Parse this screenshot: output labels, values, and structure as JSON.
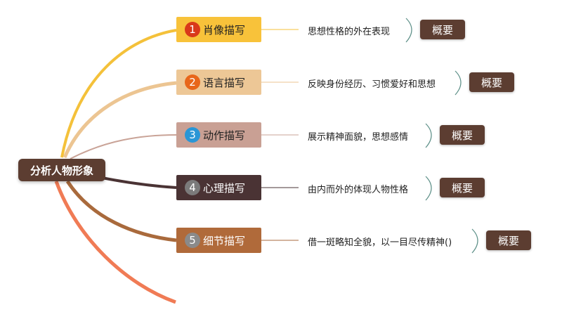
{
  "root": {
    "label": "分析人物形象",
    "color": "#5c3d31"
  },
  "branches": [
    {
      "num": "1",
      "label": "肖像描写",
      "desc": "思想性格的外在表现",
      "btn": "概要",
      "bg": "#f8c23a",
      "circle": "#d9391a",
      "text": "#222222",
      "line": "#f4c13a"
    },
    {
      "num": "2",
      "label": "语言描写",
      "desc": "反映身份经历、习惯爱好和思想",
      "btn": "概要",
      "bg": "#edc796",
      "circle": "#e8661a",
      "text": "#222222",
      "line": "#ecc592"
    },
    {
      "num": "3",
      "label": "动作描写",
      "desc": "展示精神面貌，思想感情",
      "btn": "概要",
      "bg": "#c9a094",
      "circle": "#2a96d6",
      "text": "#222222",
      "line": "#c9a397"
    },
    {
      "num": "4",
      "label": "心理描写",
      "desc": "由内而外的体现人物性格",
      "btn": "概要",
      "bg": "#4a3334",
      "circle": "#7b7b7b",
      "text": "#ffffff",
      "line": "#4a3334"
    },
    {
      "num": "5",
      "label": "细节描写",
      "desc": "借一斑略知全貌，以一目尽传精神()",
      "btn": "概要",
      "bg": "#b06a3a",
      "circle": "#8a8a8a",
      "text": "#ffffff",
      "line": "#a96a3c"
    }
  ],
  "extra_line_color": "#f07b55"
}
